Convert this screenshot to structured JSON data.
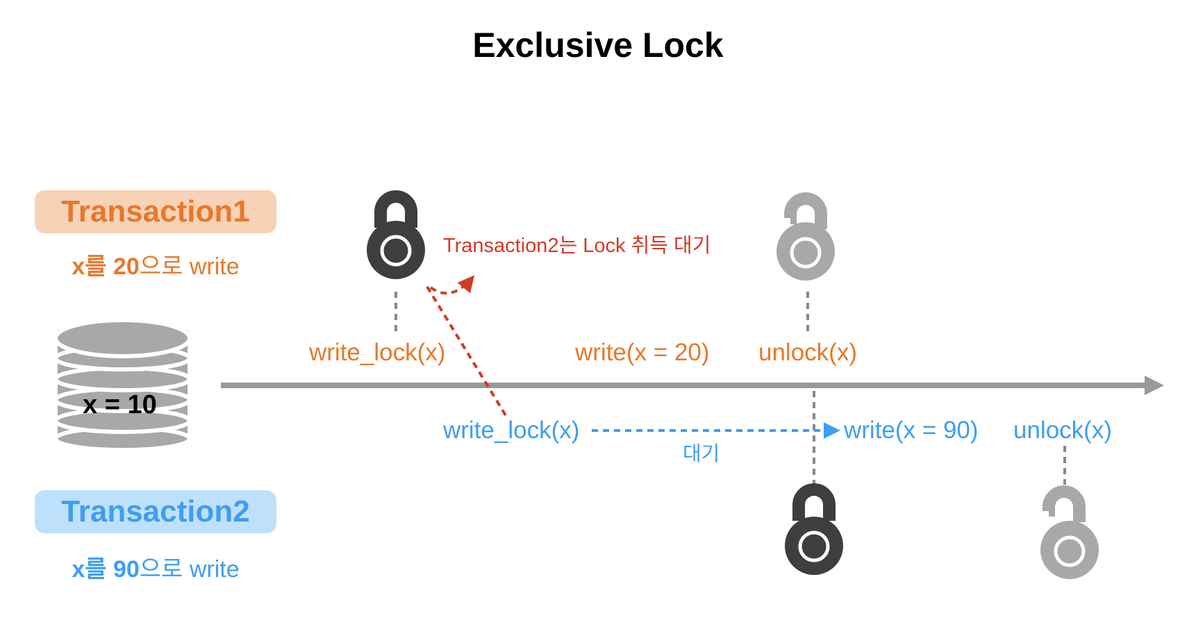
{
  "title": "Exclusive Lock",
  "colors": {
    "t1": "#e8782a",
    "t1_bg": "#f8d2b6",
    "t2": "#3d9ef2",
    "t2_bg": "#bfe0fb",
    "note": "#d23a25",
    "axis": "#999999",
    "lock_dark": "#3e3e3e",
    "lock_light": "#a8a8a8"
  },
  "transaction1": {
    "name": "Transaction1",
    "desc_bold": "x를 20",
    "desc_rest": "으로 write"
  },
  "transaction2": {
    "name": "Transaction2",
    "desc_bold": "x를 90",
    "desc_rest": "으로 write"
  },
  "database": {
    "label": "x = 10",
    "icon": "database-icon"
  },
  "t1_events": {
    "write_lock": "write_lock(x)",
    "write": "write(x = 20)",
    "unlock": "unlock(x)"
  },
  "t2_events": {
    "write_lock": "write_lock(x)",
    "write": "write(x = 90)",
    "unlock": "unlock(x)",
    "wait": "대기"
  },
  "note": "Transaction2는 Lock 취득 대기",
  "icons": {
    "t1_lock": "locked-padlock-icon",
    "t1_unlock": "unlocked-padlock-icon",
    "t2_lock": "locked-padlock-icon",
    "t2_unlock": "unlocked-padlock-icon"
  }
}
